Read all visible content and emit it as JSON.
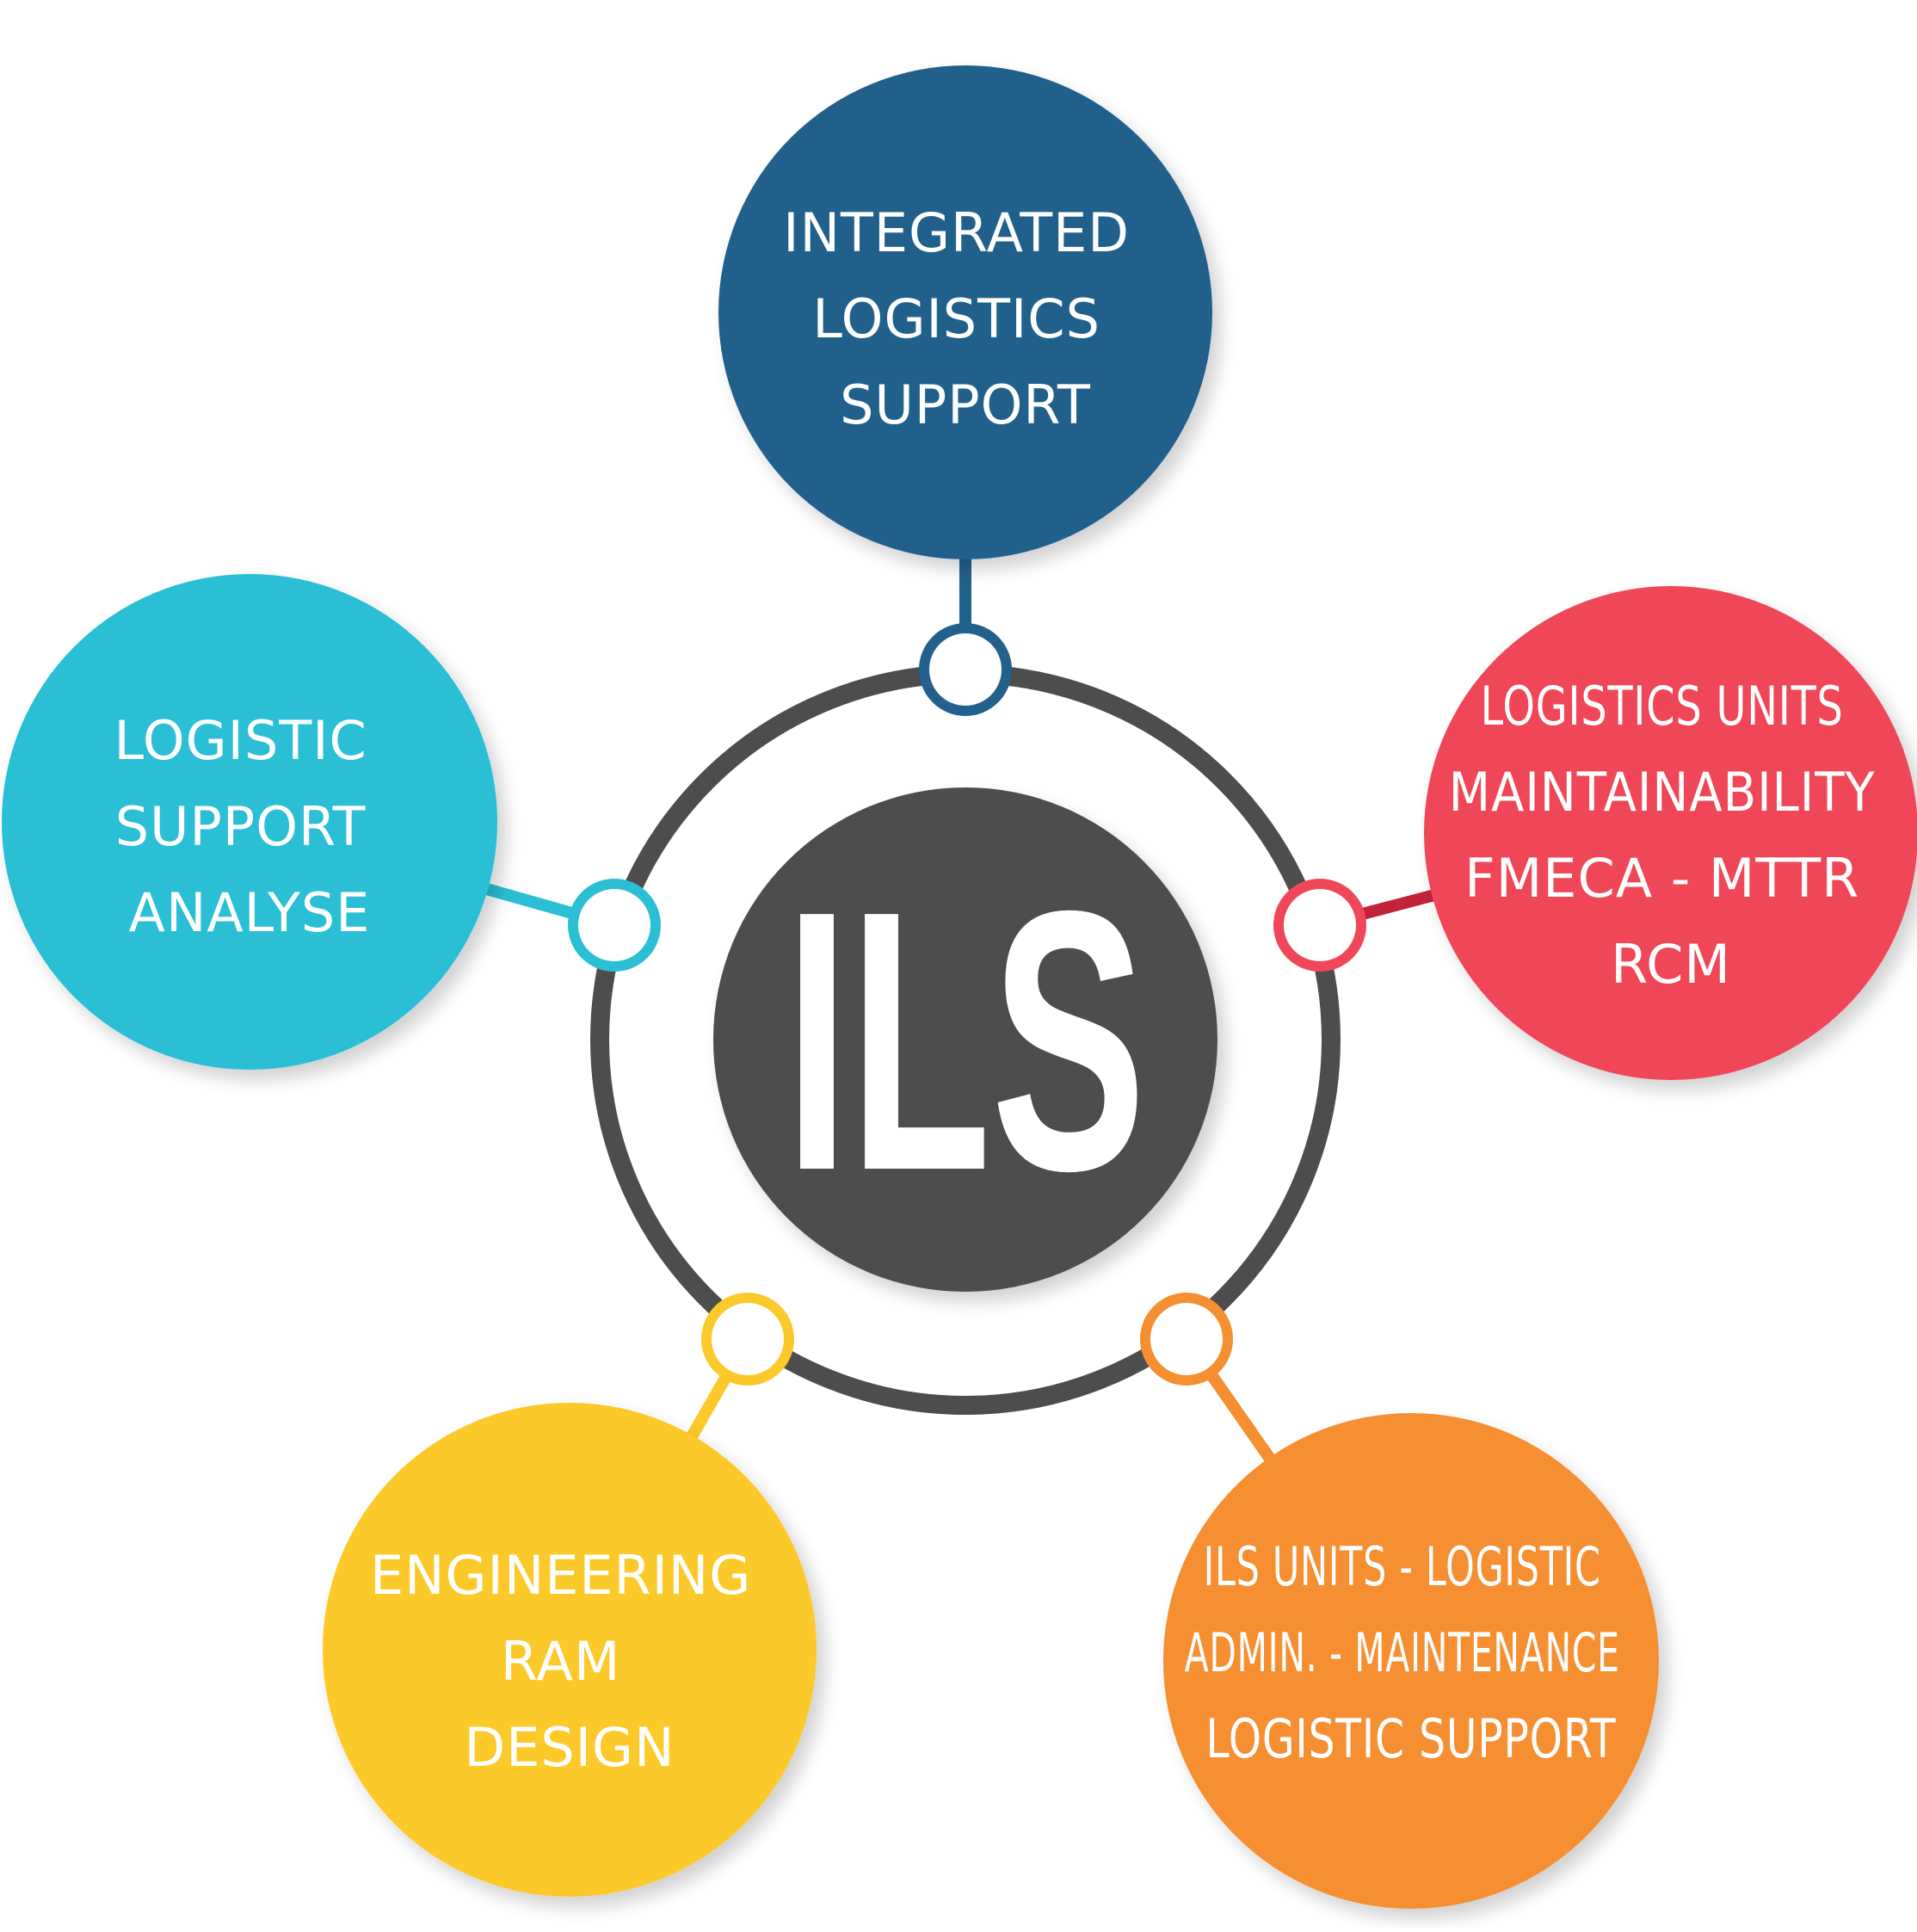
{
  "center": {
    "label": "ILS",
    "color": "#4d4d4d"
  },
  "ring_color": "#4d4d4d",
  "nodes": [
    {
      "id": "integrated-logistics-support",
      "color": "#21618c",
      "lines": [
        "INTEGRATED",
        "LOGISTICS",
        "SUPPORT"
      ]
    },
    {
      "id": "logistics-units-maintainability",
      "color": "#ef4759",
      "connector_color": "#c2233a",
      "lines": [
        "LOGISTICS UNITS",
        "MAINTAINABILITY",
        "FMECA - MTTR",
        "RCM"
      ]
    },
    {
      "id": "ils-units-logistic-admin",
      "color": "#f58f31",
      "lines": [
        "ILS  UNITS - LOGISTIC",
        "ADMIN. - MAINTENANCE",
        "LOGISTIC SUPPORT"
      ]
    },
    {
      "id": "engineering-ram-design",
      "color": "#fcc92a",
      "lines": [
        "ENGINEERING",
        "RAM",
        "DESIGN"
      ]
    },
    {
      "id": "logistic-support-analyse",
      "color": "#2bbfd5",
      "lines": [
        "LOGISTIC",
        "SUPPORT",
        "ANALYSE"
      ]
    }
  ]
}
